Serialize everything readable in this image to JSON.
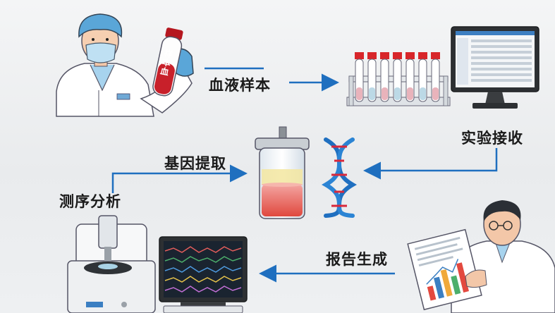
{
  "steps": {
    "blood_sample": "血液样本",
    "lab_receive": "实验接收",
    "gene_extract": "基因提取",
    "sequencing": "测序分析",
    "report": "报告生成"
  },
  "tube_label": "样本血",
  "colors": {
    "arrow": "#1f6fbf",
    "blood": "#c8202a",
    "dna_blue": "#1f6fc0",
    "scrub_cap": "#5aa6d8"
  }
}
